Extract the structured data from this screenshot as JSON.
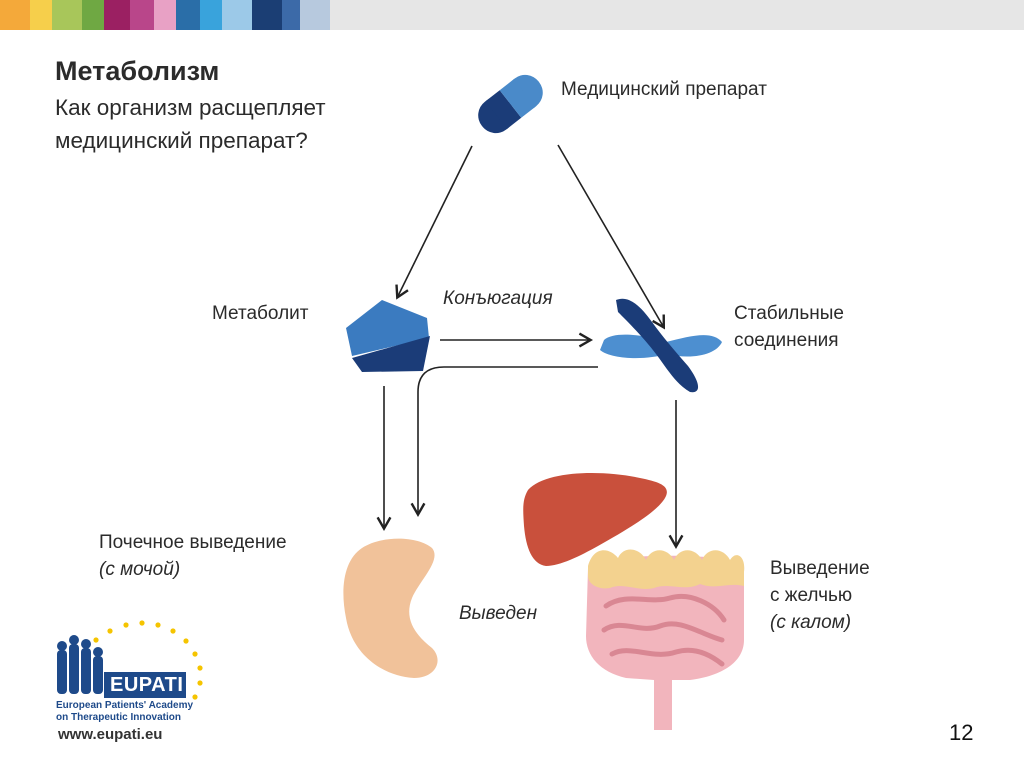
{
  "title": "Метаболизм",
  "subtitle_lines": [
    "Как организм расщепляет",
    "медицинский препарат?"
  ],
  "nodes": {
    "drug": "Медицинский препарат",
    "metabolite": "Метаболит",
    "conjugation": "Конъюгация",
    "stable_lines": [
      "Стабильные",
      "соединения"
    ],
    "renal_lines": [
      "Почечное выведение",
      "(с мочой)"
    ],
    "excreted": "Выведен",
    "bile_lines": [
      "Выведение",
      "с желчью",
      "(с калом)"
    ]
  },
  "logo": {
    "name": "EUPATI",
    "lines": [
      "European Patients' Academy",
      "on Therapeutic Innovation"
    ],
    "url": "www.eupati.eu"
  },
  "page_number": "12",
  "colors": {
    "stripe": [
      "#f4a93a",
      "#f6cf4b",
      "#a8c65a",
      "#6fa843",
      "#9b2062",
      "#b9468a",
      "#e8a1c5",
      "#2a6ea8",
      "#39a3dc",
      "#9cc9e8",
      "#1b3e74",
      "#3c6aa8",
      "#b7c9de"
    ],
    "dark_blue": "#1b3c78",
    "mid_blue": "#3b7bc0",
    "light_blue": "#4d8fd0",
    "liver": "#c9503c",
    "kidney": "#f1c29a",
    "intestine": "#f2b5bd"
  },
  "icons": [
    "capsule-icon",
    "metabolite-pentagon-icon",
    "stable-compound-icon",
    "kidney-icon",
    "liver-icon",
    "intestine-icon"
  ]
}
